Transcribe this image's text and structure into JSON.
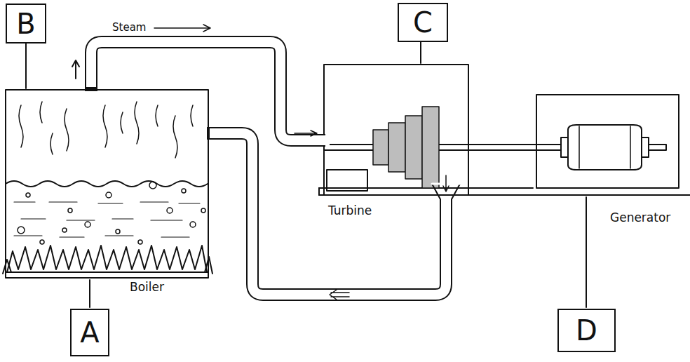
{
  "diagram": {
    "nodes": [
      {
        "text": [
          "B"
        ]
      },
      {
        "text": [
          "C"
        ]
      },
      {
        "text": [
          "D"
        ]
      },
      {
        "text": [
          "A"
        ]
      }
    ],
    "labels": [
      "Steam",
      "Turbine",
      "Boiler",
      "Generator"
    ]
  }
}
